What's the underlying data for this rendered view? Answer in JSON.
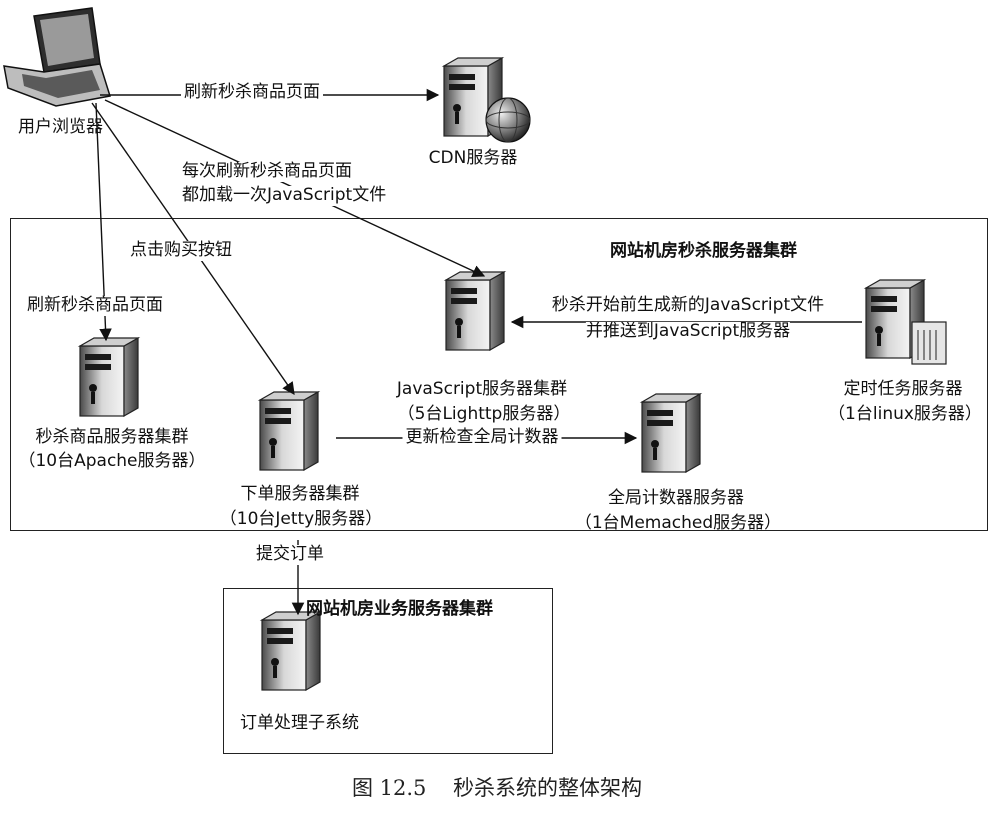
{
  "nodes": {
    "browser": "用户浏览器",
    "cdn": "CDN服务器",
    "js_cluster": [
      "JavaScript服务器集群",
      "（5台Lighttp服务器）"
    ],
    "timer": [
      "定时任务服务器",
      "（1台linux服务器）"
    ],
    "product_cluster": [
      "秒杀商品服务器集群",
      "（10台Apache服务器）"
    ],
    "order_cluster": [
      "下单服务器集群",
      "（10台Jetty服务器）"
    ],
    "counter": [
      "全局计数器服务器",
      "（1台Memached服务器）"
    ],
    "order_sub": "订单处理子系统"
  },
  "clusters": {
    "seckill": "网站机房秒杀服务器集群",
    "business": "网站机房业务服务器集群"
  },
  "edges": {
    "to_cdn": "刷新秒杀商品页面",
    "to_js": [
      "每次刷新秒杀商品页面",
      "都加载一次JavaScript文件"
    ],
    "to_order": "点击购买按钮",
    "to_product": "刷新秒杀商品页面",
    "timer_to_js": [
      "秒杀开始前生成新的JavaScript文件",
      "并推送到JavaScript服务器"
    ],
    "order_to_counter": "更新检查全局计数器",
    "order_to_sub": "提交订单"
  },
  "caption": {
    "number": "图 12.5",
    "text": "秒杀系统的整体架构"
  }
}
